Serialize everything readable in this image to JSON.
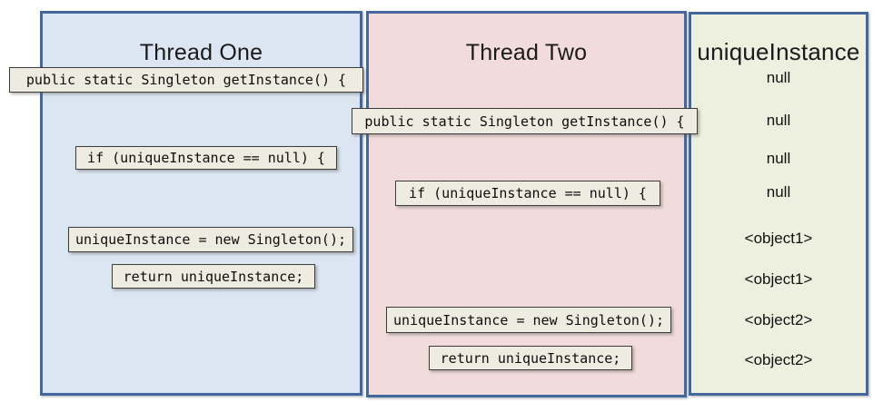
{
  "panels": {
    "thread_one": {
      "title": "Thread One",
      "steps": [
        "public static Singleton getInstance() {",
        "if (uniqueInstance == null) {",
        "uniqueInstance = new Singleton();",
        "return uniqueInstance;"
      ]
    },
    "thread_two": {
      "title": "Thread Two",
      "steps": [
        "public static Singleton getInstance() {",
        "if (uniqueInstance == null) {",
        "uniqueInstance = new Singleton();",
        "return uniqueInstance;"
      ]
    },
    "instance": {
      "title": "uniqueInstance",
      "values": [
        "null",
        "null",
        "null",
        "null",
        "<object1>",
        "<object1>",
        "<object2>",
        "<object2>"
      ]
    }
  },
  "colors": {
    "thread_one_bg": "#dce6f2",
    "thread_two_bg": "#f2dcdb",
    "instance_bg": "#edf0df",
    "panel_border": "#44689e",
    "code_box_bg": "#eeece1",
    "code_box_border": "#3c3c3c"
  }
}
